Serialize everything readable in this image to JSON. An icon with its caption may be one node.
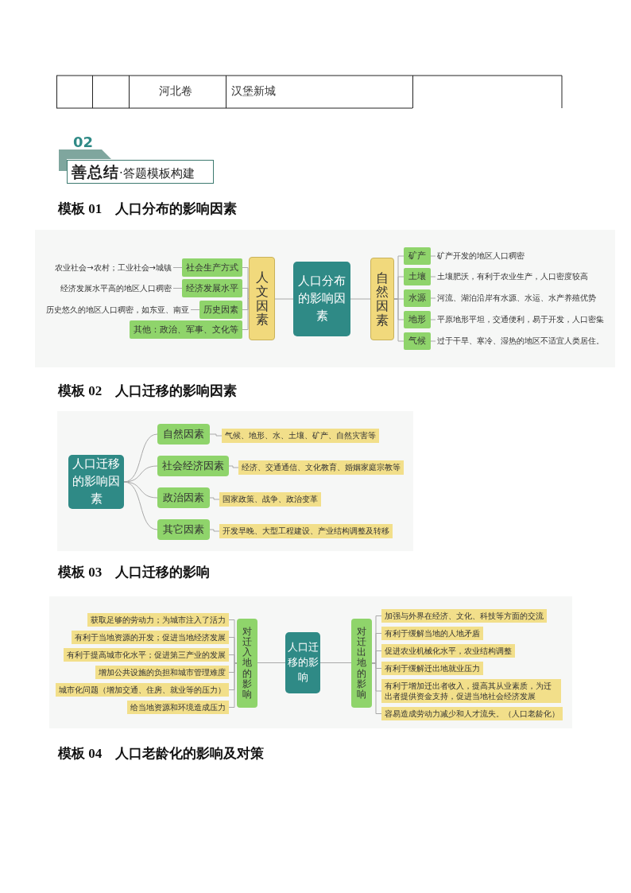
{
  "diagram": {
    "nodes": [
      {
        "text": [
          "人口分布的影响因素"
        ]
      },
      {
        "text": [
          "人文因素"
        ]
      },
      {
        "text": [
          "社会生产方式"
        ]
      },
      {
        "text": [
          "经济发展水平"
        ]
      },
      {
        "text": [
          "历史因素"
        ]
      },
      {
        "text": [
          "其他：政治、军事、文化等"
        ]
      },
      {
        "text": [
          "农业社会→农村；工业社会→城镇"
        ]
      },
      {
        "text": [
          "经济发展水平高的地区人口稠密"
        ]
      },
      {
        "text": [
          "历史悠久的地区人口稠密，如东亚、南亚"
        ]
      },
      {
        "text": [
          "自然因素"
        ]
      },
      {
        "text": [
          "矿产"
        ]
      },
      {
        "text": [
          "土壤"
        ]
      },
      {
        "text": [
          "水源"
        ]
      },
      {
        "text": [
          "地形"
        ]
      },
      {
        "text": [
          "气候"
        ]
      },
      {
        "text": [
          "矿产开发的地区人口稠密"
        ]
      },
      {
        "text": [
          "土壤肥沃，有利于农业生产，人口密度较高"
        ]
      },
      {
        "text": [
          "河流、湖泊沿岸有水源、水运、水产养殖优势"
        ]
      },
      {
        "text": [
          "平原地形平坦，交通便利，易于开发，人口密集"
        ]
      },
      {
        "text": [
          "过于干旱、寒冷、湿热的地区不适宜人类居住。"
        ]
      },
      {
        "text": [
          "人口迁移的影响因素"
        ]
      },
      {
        "text": [
          "自然因素"
        ]
      },
      {
        "text": [
          "社会经济因素"
        ]
      },
      {
        "text": [
          "政治因素"
        ]
      },
      {
        "text": [
          "其它因素"
        ]
      },
      {
        "text": [
          "气候、地形、水、土壤、矿产、自然灾害等"
        ]
      },
      {
        "text": [
          "经济、交通通信、文化教育、婚姻家庭宗教等"
        ]
      },
      {
        "text": [
          "国家政策、战争、政治变革"
        ]
      },
      {
        "text": [
          "开发早晚、大型工程建设、产业结构调整及转移"
        ]
      },
      {
        "text": [
          "人口迁移的影响"
        ]
      },
      {
        "text": [
          "对迁入地的影响"
        ]
      },
      {
        "text": [
          "获取足够的劳动力；为城市注入了活力"
        ]
      },
      {
        "text": [
          "有利于当地资源的开发；促进当地经济发展"
        ]
      },
      {
        "text": [
          "有利于提高城市化水平；促进第三产业的发展"
        ]
      },
      {
        "text": [
          "增加公共设施的负担和城市管理难度"
        ]
      },
      {
        "text": [
          "城市化问题（增加交通、住房、就业等的压力）"
        ]
      },
      {
        "text": [
          "给当地资源和环境造成压力"
        ]
      },
      {
        "text": [
          "对迁出地的影响"
        ]
      },
      {
        "text": [
          "加强与外界在经济、文化、科技等方面的交流"
        ]
      },
      {
        "text": [
          "有利于缓解当地的人地矛盾"
        ]
      },
      {
        "text": [
          "促进农业机械化水平，农业结构调整"
        ]
      },
      {
        "text": [
          "有利于缓解迁出地就业压力"
        ]
      },
      {
        "text": [
          "有利于增加迁出者收入，提高其从业素质，为迁出者提供资金支持，促进当地社会经济发展"
        ]
      },
      {
        "text": [
          "容易造成劳动力减少和人才流失。（人口老龄化）"
        ]
      }
    ],
    "edges": [
      {
        "from": 0,
        "to": 1,
        "arrow": "none"
      },
      {
        "from": 1,
        "to": 2,
        "arrow": "none"
      },
      {
        "from": 1,
        "to": 3,
        "arrow": "none"
      },
      {
        "from": 1,
        "to": 4,
        "arrow": "none"
      },
      {
        "from": 1,
        "to": 5,
        "arrow": "none"
      },
      {
        "from": 2,
        "to": 6,
        "arrow": "none"
      },
      {
        "from": 3,
        "to": 7,
        "arrow": "none"
      },
      {
        "from": 4,
        "to": 8,
        "arrow": "none"
      },
      {
        "from": 0,
        "to": 9,
        "arrow": "none"
      },
      {
        "from": 9,
        "to": 10,
        "arrow": "none"
      },
      {
        "from": 9,
        "to": 11,
        "arrow": "none"
      },
      {
        "from": 9,
        "to": 12,
        "arrow": "none"
      },
      {
        "from": 9,
        "to": 13,
        "arrow": "none"
      },
      {
        "from": 9,
        "to": 14,
        "arrow": "none"
      },
      {
        "from": 10,
        "to": 15,
        "arrow": "none"
      },
      {
        "from": 11,
        "to": 16,
        "arrow": "none"
      },
      {
        "from": 12,
        "to": 17,
        "arrow": "none"
      },
      {
        "from": 13,
        "to": 18,
        "arrow": "none"
      },
      {
        "from": 14,
        "to": 19,
        "arrow": "none"
      },
      {
        "from": 20,
        "to": 21,
        "arrow": "none"
      },
      {
        "from": 20,
        "to": 22,
        "arrow": "none"
      },
      {
        "from": 20,
        "to": 23,
        "arrow": "none"
      },
      {
        "from": 20,
        "to": 24,
        "arrow": "none"
      },
      {
        "from": 21,
        "to": 25,
        "arrow": "none"
      },
      {
        "from": 22,
        "to": 26,
        "arrow": "none"
      },
      {
        "from": 23,
        "to": 27,
        "arrow": "none"
      },
      {
        "from": 24,
        "to": 28,
        "arrow": "none"
      },
      {
        "from": 29,
        "to": 30,
        "arrow": "none"
      },
      {
        "from": 30,
        "to": 31,
        "arrow": "none"
      },
      {
        "from": 30,
        "to": 32,
        "arrow": "none"
      },
      {
        "from": 30,
        "to": 33,
        "arrow": "none"
      },
      {
        "from": 30,
        "to": 34,
        "arrow": "none"
      },
      {
        "from": 30,
        "to": 35,
        "arrow": "none"
      },
      {
        "from": 30,
        "to": 36,
        "arrow": "none"
      },
      {
        "from": 29,
        "to": 37,
        "arrow": "none"
      },
      {
        "from": 37,
        "to": 38,
        "arrow": "none"
      },
      {
        "from": 37,
        "to": 39,
        "arrow": "none"
      },
      {
        "from": 37,
        "to": 40,
        "arrow": "none"
      },
      {
        "from": 37,
        "to": 41,
        "arrow": "none"
      },
      {
        "from": 37,
        "to": 42,
        "arrow": "none"
      },
      {
        "from": 37,
        "to": 43,
        "arrow": "none"
      }
    ],
    "labels": [
      "河北卷",
      "汉堡新城",
      "02",
      "**善总结**·答题模板构建",
      "模板 01　人口分布的影响因素",
      "模板 02　人口迁移的影响因素",
      "模板 03　人口迁移的影响",
      "模板 04　人口老龄化的影响及对策"
    ]
  }
}
